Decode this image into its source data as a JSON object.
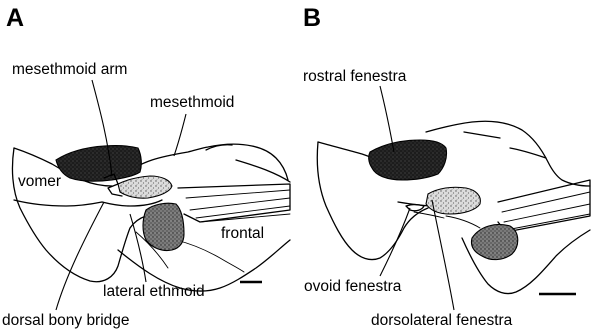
{
  "panels": [
    {
      "letter": "A",
      "labels": {
        "mesethmoid_arm": "mesethmoid arm",
        "mesethmoid": "mesethmoid",
        "vomer": "vomer",
        "frontal": "frontal",
        "lateral_ethmoid": "lateral ethmoid",
        "dorsal_bony_bridge": "dorsal bony bridge"
      }
    },
    {
      "letter": "B",
      "labels": {
        "rostral_fenestra": "rostral fenestra",
        "ovoid_fenestra": "ovoid fenestra",
        "dorsolateral_fenestra": "dorsolateral fenestra"
      }
    }
  ]
}
